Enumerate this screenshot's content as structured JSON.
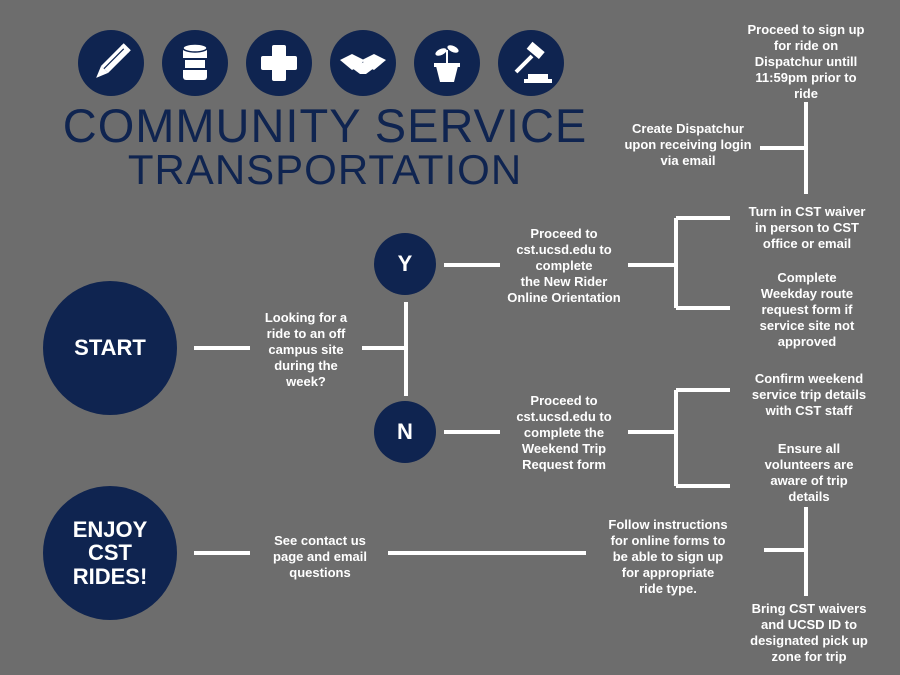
{
  "header": {
    "title_line1": "COMMUNITY SERVICE",
    "title_line2": "TRANSPORTATION",
    "icons": [
      "pencil-icon",
      "can-icon",
      "plus-icon",
      "handshake-icon",
      "plant-icon",
      "gavel-icon"
    ]
  },
  "nodes": {
    "start": "START",
    "enjoy": "ENJOY\nCST\nRIDES!",
    "yes": "Y",
    "no": "N",
    "question": "Looking for a\nride to an off\ncampus site\nduring the\nweek?",
    "yes_step": "Proceed to\ncst.ucsd.edu to\ncomplete\nthe New Rider\nOnline Orientation",
    "no_step": "Proceed to\ncst.ucsd.edu to\ncomplete  the\nWeekend Trip\nRequest form",
    "waiver": "Turn in CST waiver\nin person to CST\noffice or email",
    "route_form": "Complete\nWeekday route\nrequest form if\nservice site not\napproved",
    "dispatchur_create": "Create Dispatchur\nupon receiving login\nvia email",
    "dispatchur_signup": "Proceed to sign up\nfor ride on\nDispatchur untill\n11:59pm prior to\nride",
    "confirm_weekend": "Confirm weekend\nservice trip details\nwith CST staff",
    "ensure_volunteers": "Ensure all\nvolunteers are\naware of trip\ndetails",
    "contact_us": "See contact us\npage and email\nquestions",
    "follow_instructions": "Follow instructions\nfor online forms to\nbe able to sign up\nfor appropriate\nride type.",
    "bring_waivers": "Bring CST waivers\nand UCSD ID to\ndesignated pick up\nzone for trip"
  },
  "colors": {
    "background": "#6d6d6d",
    "navy": "#0f2450",
    "text": "#ffffff"
  }
}
